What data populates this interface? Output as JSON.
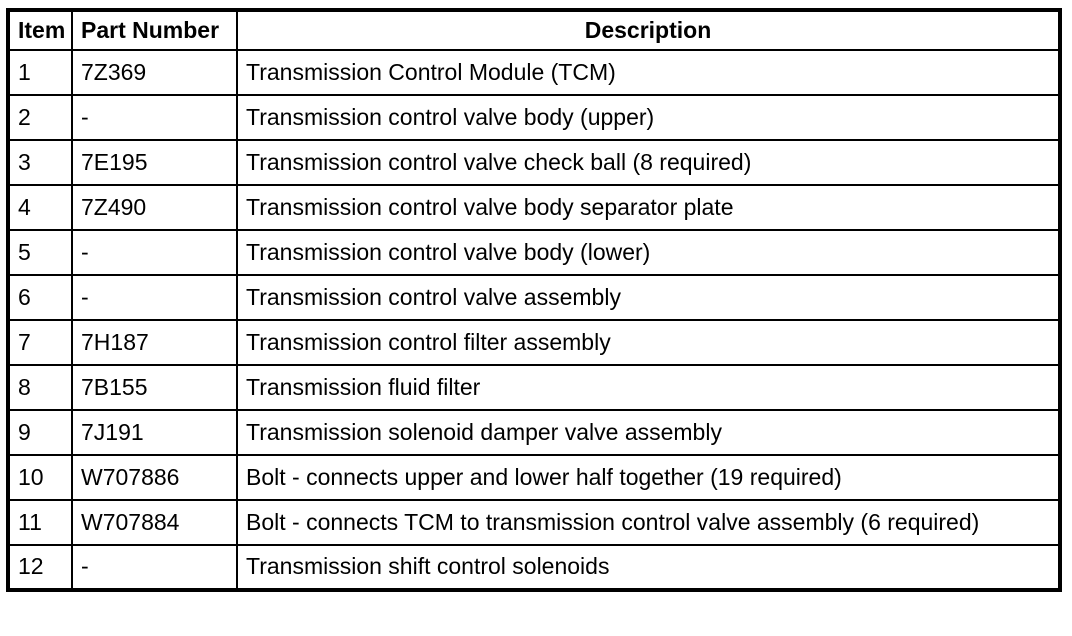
{
  "table": {
    "columns": [
      "Item",
      "Part Number",
      "Description"
    ],
    "rows": [
      {
        "item": "1",
        "part_number": "7Z369",
        "description": "Transmission Control Module (TCM)"
      },
      {
        "item": "2",
        "part_number": "-",
        "description": "Transmission control valve body (upper)"
      },
      {
        "item": "3",
        "part_number": "7E195",
        "description": "Transmission control valve check ball (8 required)"
      },
      {
        "item": "4",
        "part_number": "7Z490",
        "description": "Transmission control valve body separator plate"
      },
      {
        "item": "5",
        "part_number": "-",
        "description": "Transmission control valve body (lower)"
      },
      {
        "item": "6",
        "part_number": "-",
        "description": "Transmission control valve assembly"
      },
      {
        "item": "7",
        "part_number": "7H187",
        "description": "Transmission control filter assembly"
      },
      {
        "item": "8",
        "part_number": "7B155",
        "description": "Transmission fluid filter"
      },
      {
        "item": "9",
        "part_number": "7J191",
        "description": "Transmission solenoid damper valve assembly"
      },
      {
        "item": "10",
        "part_number": "W707886",
        "description": "Bolt - connects upper and lower half together (19 required)"
      },
      {
        "item": "11",
        "part_number": "W707884",
        "description": "Bolt - connects TCM to transmission control valve assembly (6 required)"
      },
      {
        "item": "12",
        "part_number": "-",
        "description": "Transmission shift control solenoids"
      }
    ]
  },
  "colors": {
    "border": "#000000",
    "background": "#ffffff",
    "text": "#000000"
  }
}
